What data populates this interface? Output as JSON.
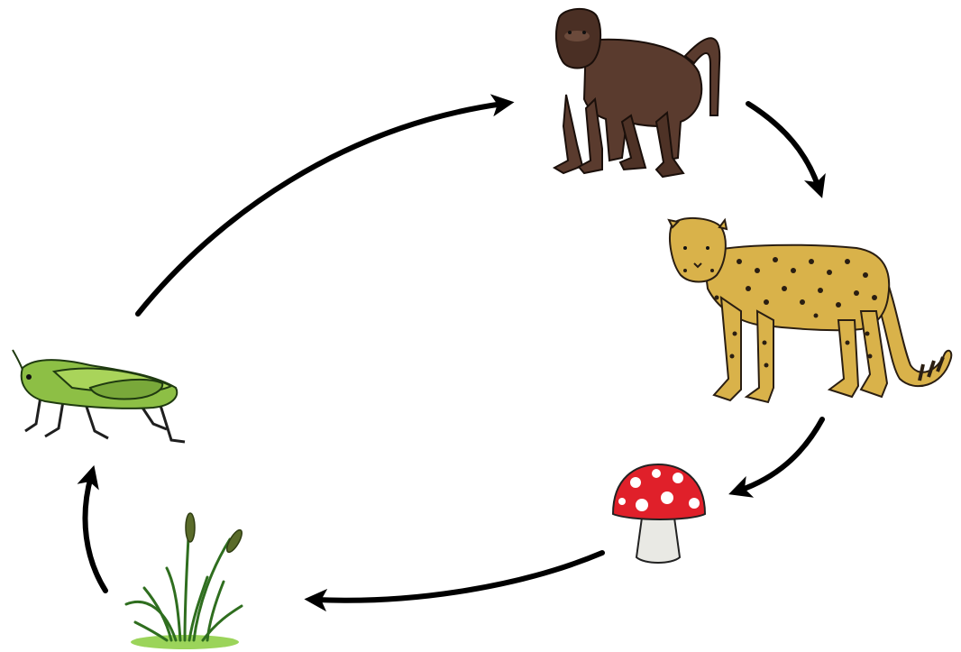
{
  "diagram": {
    "type": "food-cycle",
    "nodes": [
      {
        "id": "grass",
        "icon": "grass-icon"
      },
      {
        "id": "grasshopper",
        "icon": "grasshopper-icon"
      },
      {
        "id": "baboon",
        "icon": "baboon-icon"
      },
      {
        "id": "cheetah",
        "icon": "cheetah-icon"
      },
      {
        "id": "mushroom",
        "icon": "mushroom-icon"
      }
    ],
    "edges": [
      {
        "from": "grass",
        "to": "grasshopper"
      },
      {
        "from": "grasshopper",
        "to": "baboon"
      },
      {
        "from": "baboon",
        "to": "cheetah"
      },
      {
        "from": "cheetah",
        "to": "mushroom"
      },
      {
        "from": "mushroom",
        "to": "grass"
      }
    ]
  },
  "colors": {
    "background": "#ffffff",
    "arrow": "#000000",
    "baboon_fur": "#5a3b2e",
    "cheetah_fur": "#d9b24a",
    "cheetah_spots": "#2a1e12",
    "grasshopper": "#8dbf45",
    "grass": "#3f8f2a",
    "grass_base": "#9bd45a",
    "mushroom_cap": "#e0202a",
    "mushroom_stem": "#e9e9e4"
  }
}
